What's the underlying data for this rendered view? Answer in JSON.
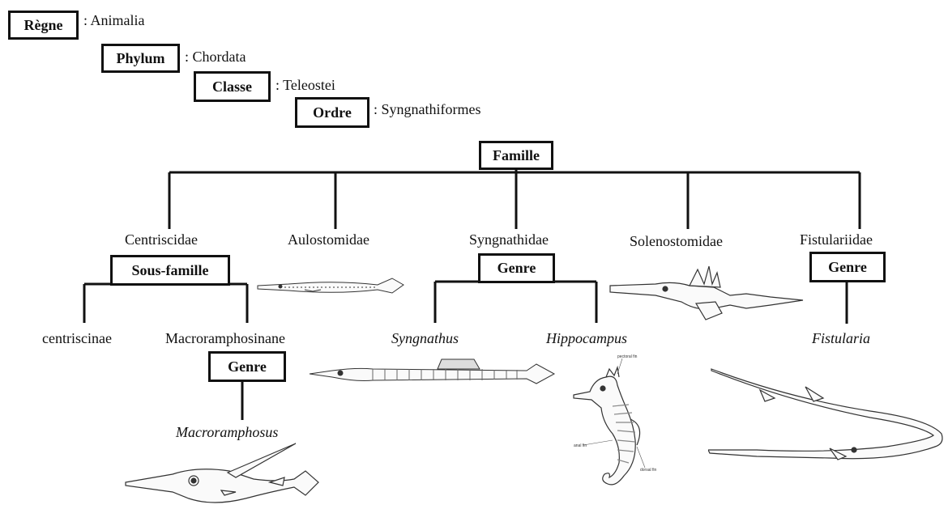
{
  "ranks": {
    "regne": {
      "label": "Règne",
      "value": ": Animalia"
    },
    "phylum": {
      "label": "Phylum",
      "value": ": Chordata"
    },
    "classe": {
      "label": "Classe",
      "value": ": Teleostei"
    },
    "ordre": {
      "label": "Ordre",
      "value": ": Syngnathiformes"
    }
  },
  "famille_label": "Famille",
  "families": {
    "centriscidae": "Centriscidae",
    "aulostomidae": "Aulostomidae",
    "syngnathidae": "Syngnathidae",
    "solenostomidae": "Solenostomidae",
    "fistulariidae": "Fistulariidae"
  },
  "sous_famille_label": "Sous-famille",
  "genre_label": "Genre",
  "subfamilies": {
    "centriscinae": "centriscinae",
    "macroramphosinane": "Macroramphosinane"
  },
  "genera": {
    "macroramphosus": "Macroramphosus",
    "syngnathus": "Syngnathus",
    "hippocampus": "Hippocampus",
    "fistularia": "Fistularia"
  },
  "seahorse_annotations": {
    "pectoral": "pectoral fin",
    "anal": "anal fin",
    "dorsal": "dorsal fin"
  },
  "line_color": "#111111"
}
